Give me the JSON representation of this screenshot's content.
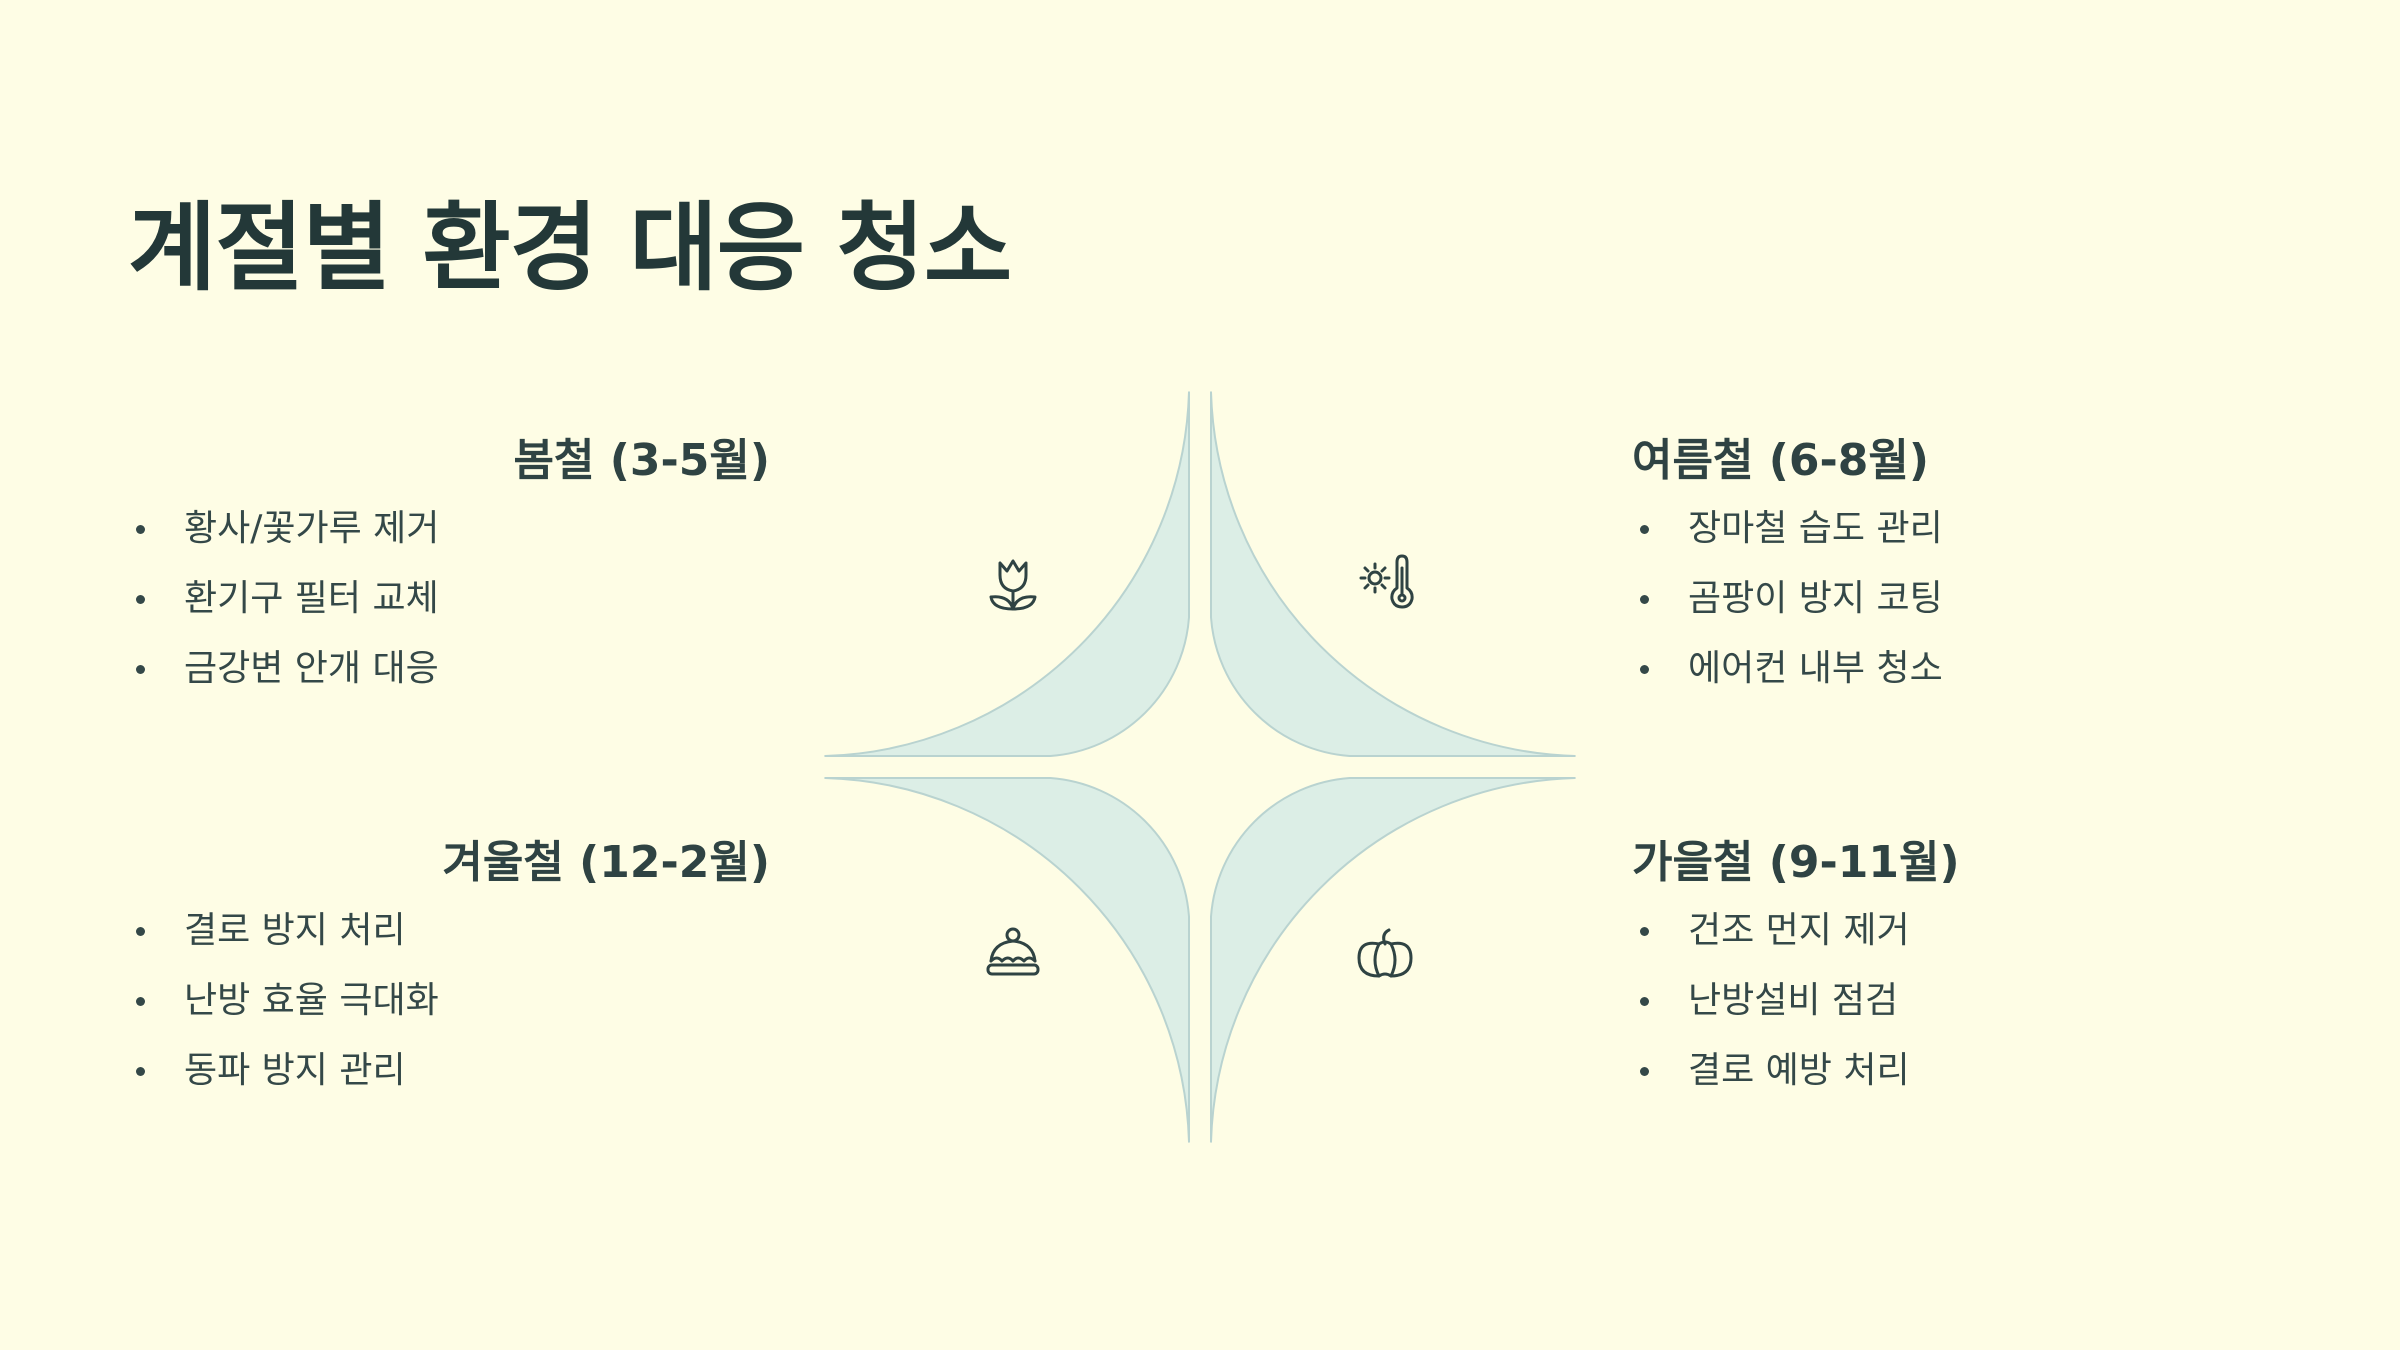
{
  "title": "계절별 환경 대응 청소",
  "colors": {
    "background": "#fefde5",
    "segment_fill": "#dceee6",
    "segment_stroke": "#b9d3d0",
    "text": "#2f4343"
  },
  "seasons": [
    {
      "name": "봄철 (3-5월)",
      "icon": "tulip-icon",
      "items": [
        "황사/꽃가루 제거",
        "환기구 필터 교체",
        "금강변 안개 대응"
      ]
    },
    {
      "name": "여름철 (6-8월)",
      "icon": "sun-thermometer-icon",
      "items": [
        "장마철 습도 관리",
        "곰팡이 방지 코팅",
        "에어컨 내부 청소"
      ]
    },
    {
      "name": "겨울철 (12-2월)",
      "icon": "snow-hat-icon",
      "items": [
        "결로 방지 처리",
        "난방 효율 극대화",
        "동파 방지 관리"
      ]
    },
    {
      "name": "가을철 (9-11월)",
      "icon": "pumpkin-icon",
      "items": [
        "건조 먼지 제거",
        "난방설비 점검",
        "결로 예방 처리"
      ]
    }
  ]
}
